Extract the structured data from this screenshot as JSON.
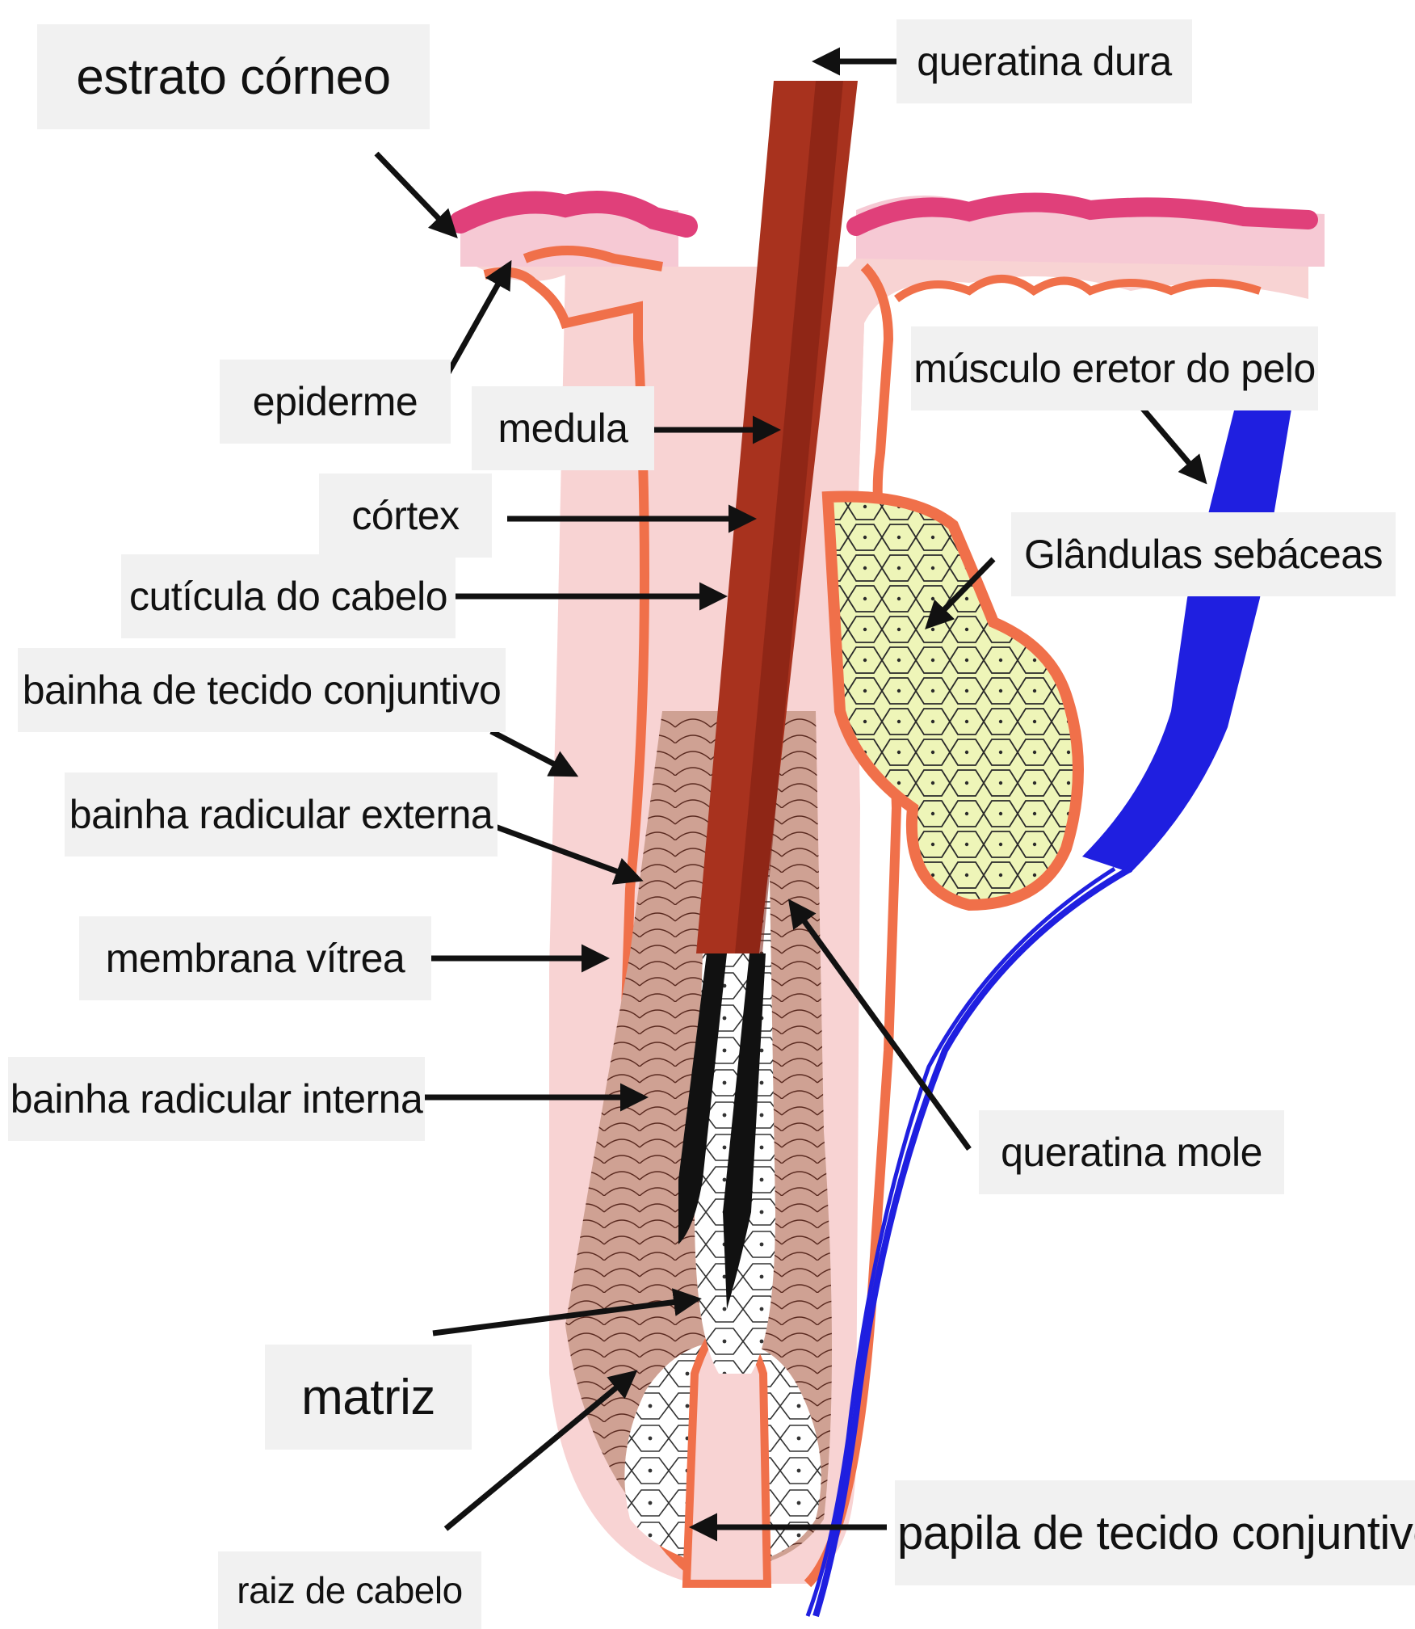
{
  "labels": {
    "estrato_corneo": "estrato córneo",
    "queratina_dura": "queratina dura",
    "epiderme": "epiderme",
    "medula": "medula",
    "musculo_eretor": "músculo eretor do pelo",
    "cortex": "córtex",
    "glandulas_sebaceas": "Glândulas sebáceas",
    "cuticula": "cutícula do cabelo",
    "bainha_tecido_conjuntivo": "bainha de tecido conjuntivo",
    "bainha_radicular_externa": "bainha radicular externa",
    "membrana_vitrea": "membrana vítrea",
    "bainha_radicular_interna": "bainha radicular interna",
    "queratina_mole": "queratina mole",
    "matriz": "matriz",
    "papila": "papila de tecido conjuntivo",
    "raiz": "raiz de cabelo"
  },
  "colors": {
    "epidermis_pink": "#e0407a",
    "skin_light": "#f8d3d3",
    "outline_orange": "#f0704a",
    "hair_shaft": "#a8321e",
    "hair_shaft_dark": "#7a1d10",
    "sebaceous_gland": "#eef5b8",
    "muscle_blue": "#1f1fe0",
    "inner_sheath": "#c79a8c"
  }
}
